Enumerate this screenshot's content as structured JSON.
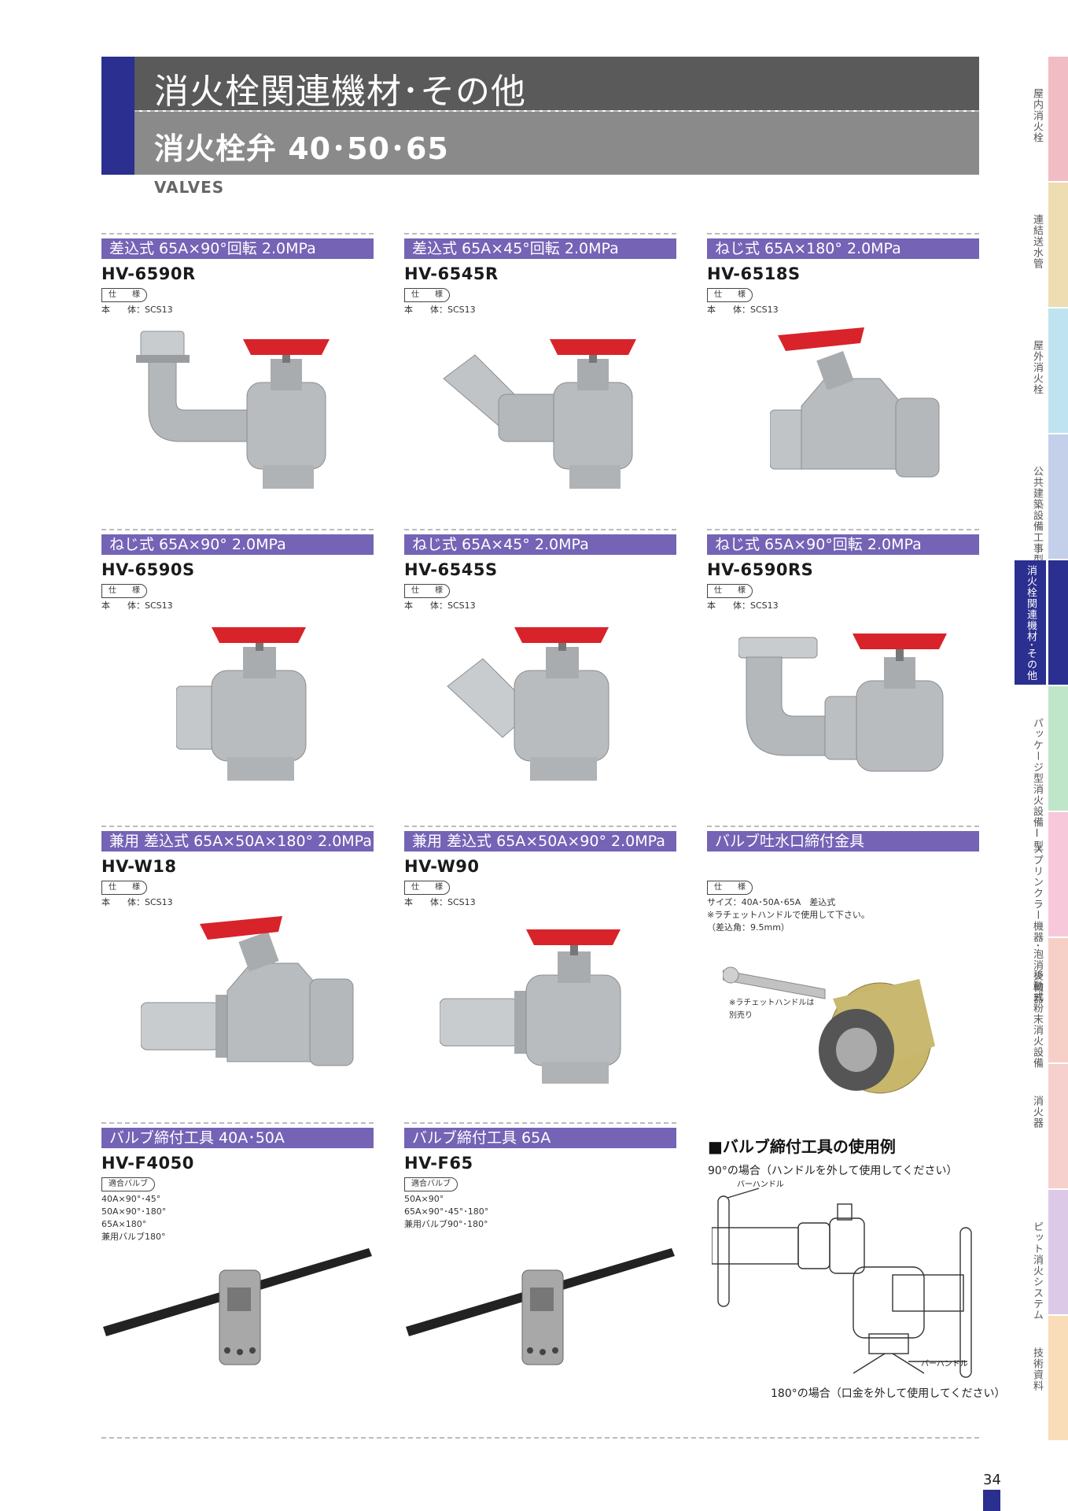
{
  "header": {
    "title": "消火栓関連機材･その他",
    "subtitle": "消火栓弁 40･50･65",
    "english": "VALVES"
  },
  "spec_tag": "仕　　様",
  "fit_tag": "適合バルブ",
  "products": [
    {
      "category": "差込式 65A×90°回転 2.0MPa",
      "model": "HV-6590R",
      "spec": "本　　体：SCS13"
    },
    {
      "category": "差込式 65A×45°回転 2.0MPa",
      "model": "HV-6545R",
      "spec": "本　　体：SCS13"
    },
    {
      "category": "ねじ式 65A×180° 2.0MPa",
      "model": "HV-6518S",
      "spec": "本　　体：SCS13"
    },
    {
      "category": "ねじ式 65A×90° 2.0MPa",
      "model": "HV-6590S",
      "spec": "本　　体：SCS13"
    },
    {
      "category": "ねじ式 65A×45° 2.0MPa",
      "model": "HV-6545S",
      "spec": "本　　体：SCS13"
    },
    {
      "category": "ねじ式 65A×90°回転 2.0MPa",
      "model": "HV-6590RS",
      "spec": "本　　体：SCS13"
    },
    {
      "category": "兼用 差込式 65A×50A×180° 2.0MPa",
      "model": "HV-W18",
      "spec": "本　　体：SCS13"
    },
    {
      "category": "兼用 差込式 65A×50A×90° 2.0MPa",
      "model": "HV-W90",
      "spec": "本　　体：SCS13"
    },
    {
      "category": "バルブ吐水口締付金具",
      "model": "",
      "spec": "サイズ：40A･50A･65A　差込式\n※ラチェットハンドルで使用して下さい。\n（差込角：9.5mm）",
      "note": "※ラチェットハンドルは\n別売り"
    },
    {
      "category": "バルブ締付工具 40A･50A",
      "model": "HV-F4050",
      "spec": "40A×90°･45°\n50A×90°･180°\n65A×180°\n兼用バルブ180°"
    },
    {
      "category": "バルブ締付工具 65A",
      "model": "HV-F65",
      "spec": "50A×90°\n65A×90°･45°･180°\n兼用バルブ90°･180°"
    }
  ],
  "usage": {
    "title": "■バルブ締付工具の使用例",
    "case90": "90°の場合（ハンドルを外して使用してください）",
    "case180": "180°の場合（口金を外して使用してください）",
    "label_top": "バーハンドル",
    "label_bottom": "バーハンドル"
  },
  "sidebar": [
    {
      "label": "屋内消火栓",
      "color": "#f2bcc4"
    },
    {
      "label": "連結送水管",
      "color": "#eedcb2"
    },
    {
      "label": "屋外消火栓",
      "color": "#bfe3f1"
    },
    {
      "label": "公共建築設備工事型",
      "color": "#c4cfea"
    },
    {
      "label": "消火栓関連機材･その他",
      "color": "#2b2f8f",
      "active": true
    },
    {
      "label": "パッケージ型消火設備Ⅰ型",
      "color": "#bfe6c9"
    },
    {
      "label": "スプリンクラー機器･泡消火機器",
      "color": "#f7c8da"
    },
    {
      "label": "移動式粉末消火設備",
      "color": "#f6d0c6"
    },
    {
      "label": "消火器",
      "color": "#f6d0cc"
    },
    {
      "label": "ピット消火システム",
      "color": "#dcc9e8"
    },
    {
      "label": "技術資料",
      "color": "#f9dcb8"
    }
  ],
  "page_number": "34"
}
